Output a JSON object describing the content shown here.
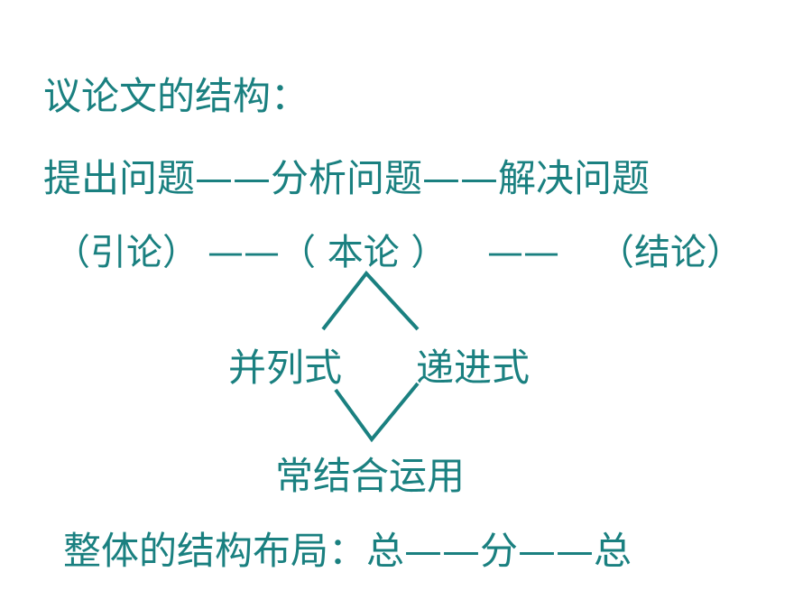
{
  "title": "议论文的结构：",
  "flow_line": "提出问题——分析问题——解决问题",
  "intro": "（引论）",
  "dash1": "——（  本论 ）",
  "dash2": "——",
  "conclusion": "（结论）",
  "branch_left": "并列式",
  "branch_right": "递进式",
  "combined": "常结合运用",
  "summary": "整体的结构布局：总——分——总",
  "colors": {
    "text": "#1a8080",
    "line": "#1a8080",
    "background": "#ffffff"
  }
}
